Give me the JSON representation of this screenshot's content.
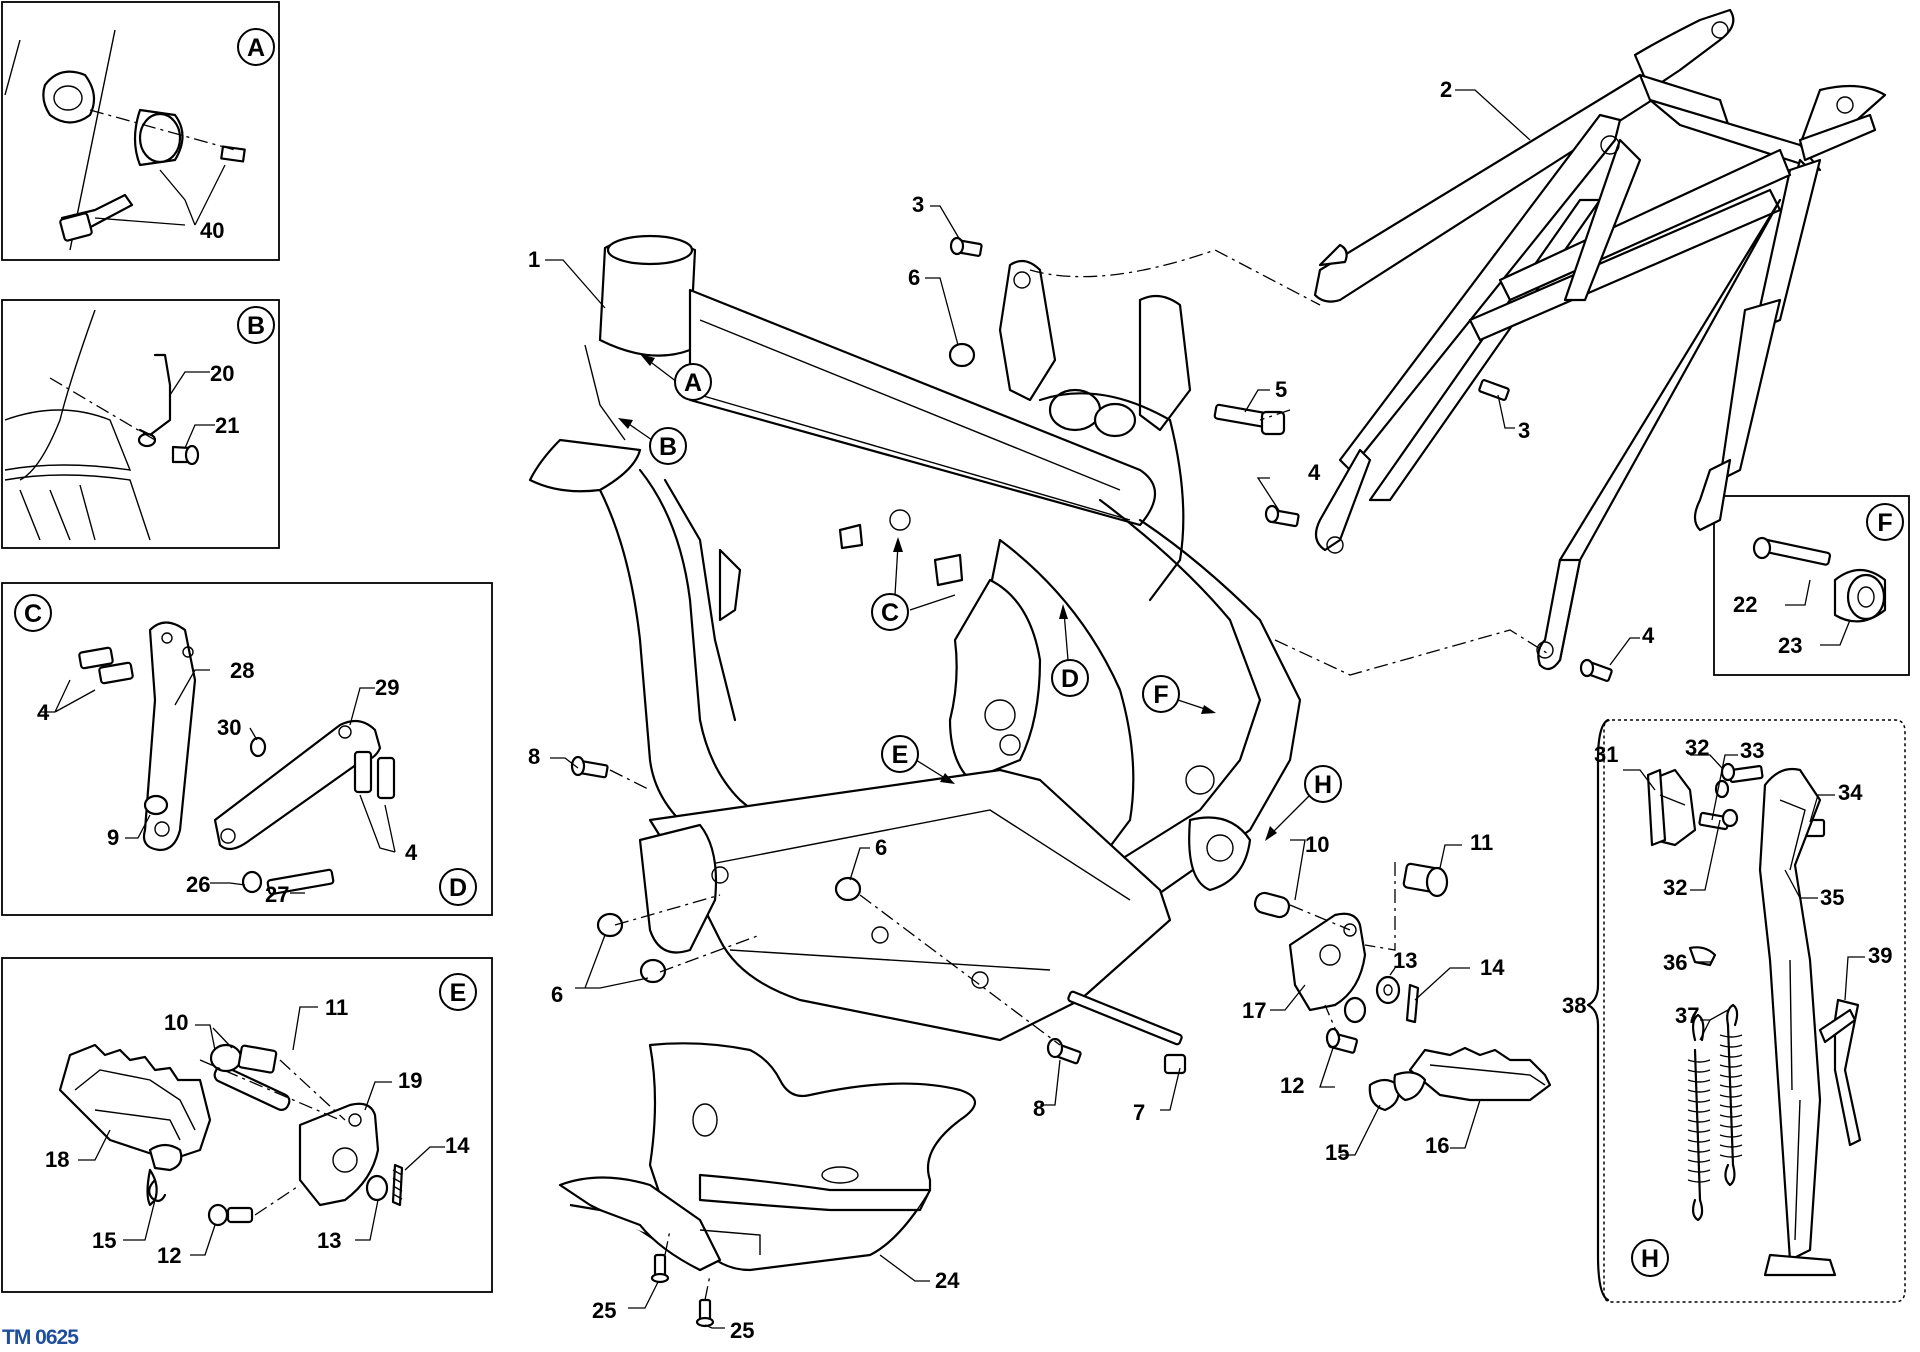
{
  "document": {
    "reference": "TM 0625",
    "reference_color": "#1f4e9c"
  },
  "callouts": {
    "A": "A",
    "B": "B",
    "C": "C",
    "D": "D",
    "E": "E",
    "F": "F",
    "H": "H"
  },
  "parts": {
    "p1": "1",
    "p2": "2",
    "p3": "3",
    "p4": "4",
    "p5": "5",
    "p6": "6",
    "p7": "7",
    "p8": "8",
    "p9": "9",
    "p10": "10",
    "p11": "11",
    "p12": "12",
    "p13": "13",
    "p14": "14",
    "p15": "15",
    "p16": "16",
    "p17": "17",
    "p18": "18",
    "p19": "19",
    "p20": "20",
    "p21": "21",
    "p22": "22",
    "p23": "23",
    "p24": "24",
    "p25": "25",
    "p26": "26",
    "p27": "27",
    "p28": "28",
    "p29": "29",
    "p30": "30",
    "p31": "31",
    "p32": "32",
    "p33": "33",
    "p34": "34",
    "p35": "35",
    "p36": "36",
    "p37": "37",
    "p38": "38",
    "p39": "39",
    "p40": "40"
  }
}
